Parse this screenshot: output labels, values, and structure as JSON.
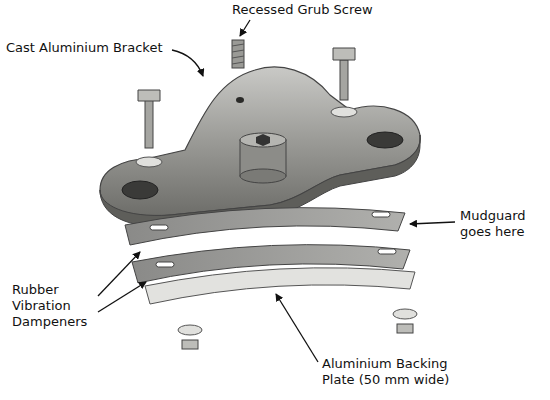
{
  "diagram": {
    "labels": [
      "Recessed Grub Screw",
      "Cast Aluminium Bracket",
      "Mudguard goes here",
      "Rubber Vibration Dampeners",
      "Aluminium Backing Plate (50 mm wide)"
    ]
  }
}
